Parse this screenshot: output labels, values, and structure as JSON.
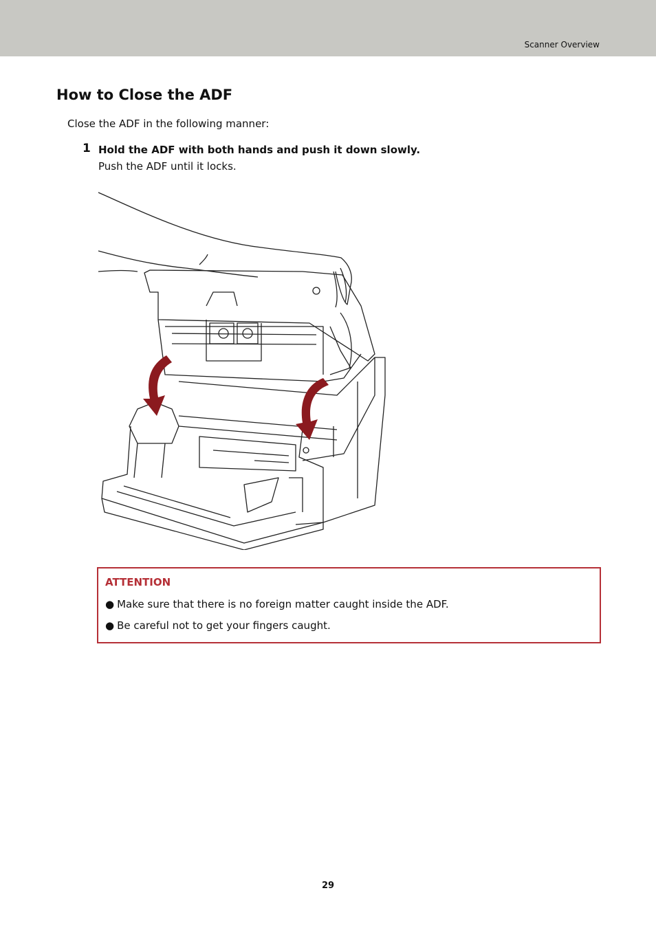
{
  "header": {
    "section": "Scanner Overview"
  },
  "page_title": "How to Close the ADF",
  "intro": "Close the ADF in the following manner:",
  "step": {
    "number": "1",
    "title": "Hold the ADF with both hands and push it down slowly.",
    "detail": "Push the ADF until it locks."
  },
  "attention": {
    "title": "ATTENTION",
    "bullet": "●",
    "items": [
      "Make sure that there is no foreign matter caught inside the ADF.",
      "Be careful not to get your fingers caught."
    ]
  },
  "page_number": "29",
  "colors": {
    "header_band": "#c8c8c3",
    "attention": "#b52f36",
    "arrow": "#8b1a1f"
  }
}
